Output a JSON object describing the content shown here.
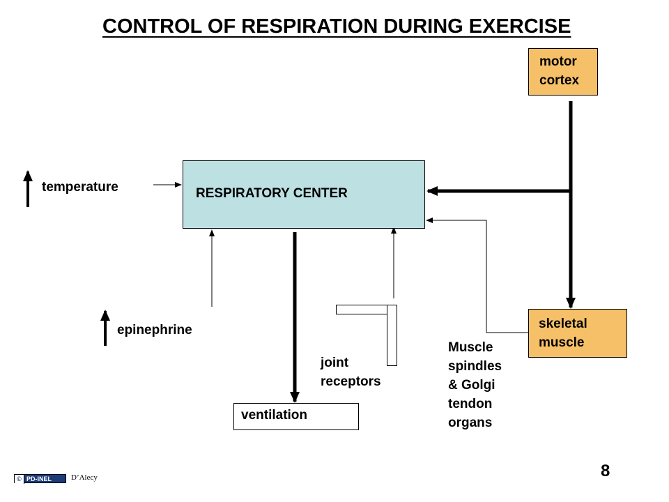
{
  "title": "CONTROL OF RESPIRATION DURING EXERCISE",
  "nodes": {
    "respiratory_center": "RESPIRATORY CENTER",
    "motor_cortex": "motor cortex",
    "skeletal_muscle": "skeletal muscle",
    "ventilation": "ventilation"
  },
  "labels": {
    "temperature": "temperature",
    "epinephrine": "epinephrine",
    "joint_receptors_line1": "joint",
    "joint_receptors_line2": "receptors",
    "spindles_line1": "Muscle",
    "spindles_line2": "spindles",
    "spindles_line3": "& Golgi",
    "spindles_line4": "tendon",
    "spindles_line5": "organs"
  },
  "footer": {
    "page_number": "8",
    "badge_symbol": "©",
    "badge_text": "PD-INEL",
    "author": "D’Alecy"
  }
}
